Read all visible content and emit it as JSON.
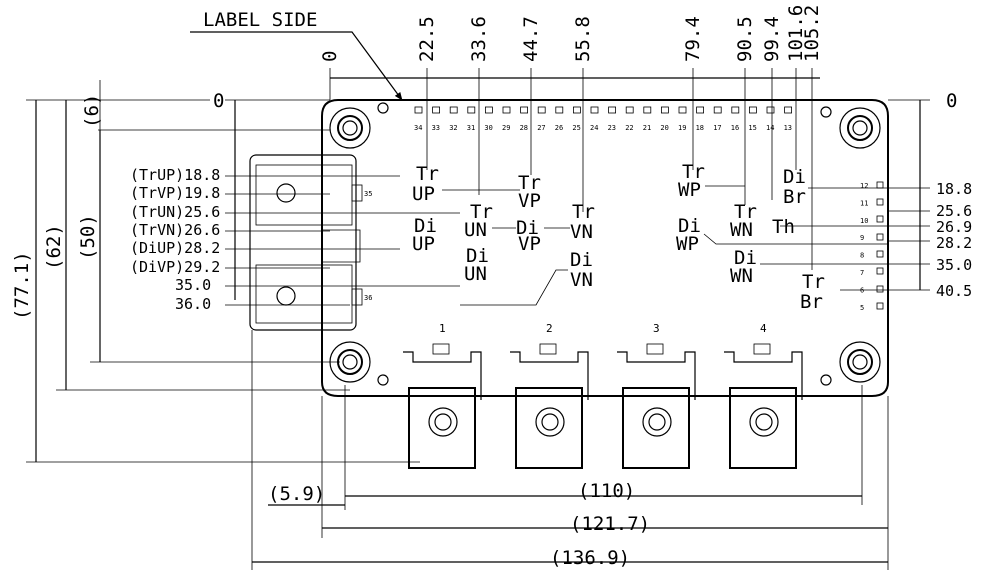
{
  "label_side": "LABEL SIDE",
  "top_dims": [
    "0",
    "22.5",
    "33.6",
    "44.7",
    "55.8",
    "79.4",
    "90.5",
    "99.4",
    "101.6",
    "105.2"
  ],
  "left_dims": [
    "0",
    "(TrUP)18.8",
    "(TrVP)19.8",
    "(TrUN)25.6",
    "(TrVN)26.6",
    "(DiUP)28.2",
    "(DiVP)29.2",
    "35.0",
    "36.0"
  ],
  "right_dims": [
    "0",
    "18.8",
    "25.6",
    "26.9",
    "28.2",
    "35.0",
    "40.5"
  ],
  "vertical_dims": [
    "(6)",
    "(77.1)",
    "(62)",
    "(50)"
  ],
  "bottom_dims": [
    "(5.9)",
    "(110)",
    "(121.7)",
    "(136.9)"
  ],
  "pin_numbers_top": [
    "34",
    "33",
    "32",
    "31",
    "30",
    "29",
    "28",
    "27",
    "26",
    "25",
    "24",
    "23",
    "22",
    "21",
    "20",
    "19",
    "18",
    "17",
    "16",
    "15",
    "14",
    "13"
  ],
  "pin_numbers_right": [
    "12",
    "11",
    "10",
    "9",
    "8",
    "7",
    "6",
    "5"
  ],
  "pin_numbers_left": [
    "35",
    "36"
  ],
  "terminal_numbers": [
    "1",
    "2",
    "3",
    "4"
  ],
  "callouts": {
    "tr_up": [
      "Tr",
      "UP"
    ],
    "tr_vp": [
      "Tr",
      "VP"
    ],
    "tr_un": [
      "Tr",
      "UN"
    ],
    "di_up": [
      "Di",
      "UP"
    ],
    "di_vp": [
      "Di",
      "VP"
    ],
    "tr_vn": [
      "Tr",
      "VN"
    ],
    "di_un": [
      "Di",
      "UN"
    ],
    "di_vn": [
      "Di",
      "VN"
    ],
    "tr_wp": [
      "Tr",
      "WP"
    ],
    "di_br": [
      "Di",
      "Br"
    ],
    "tr_wn": [
      "Tr",
      "WN"
    ],
    "th": "Th",
    "di_wp": [
      "Di",
      "WP"
    ],
    "di_wn": [
      "Di",
      "WN"
    ],
    "tr_br": [
      "Tr",
      "Br"
    ]
  }
}
